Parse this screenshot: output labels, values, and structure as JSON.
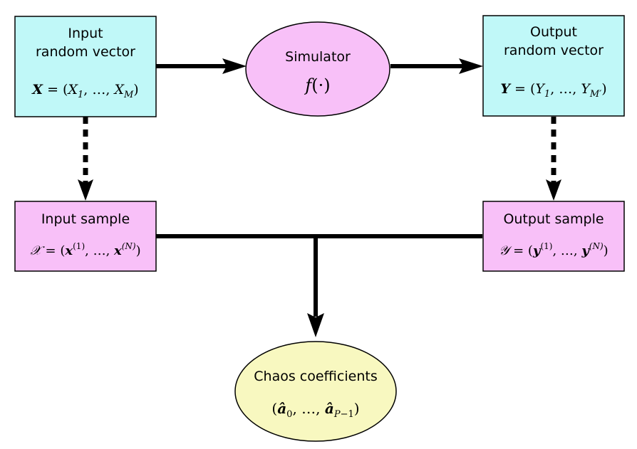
{
  "colors": {
    "cyan_fill": "#c0f8f8",
    "pink_fill": "#f8c0f8",
    "yellow_fill": "#f8f8c0",
    "stroke": "#000000"
  },
  "nodes": {
    "input_vector": {
      "line1": "Input",
      "line2": "random vector",
      "math": "X = (X1, …, XM)"
    },
    "simulator": {
      "title": "Simulator",
      "math": "f(·)"
    },
    "output_vector": {
      "line1": "Output",
      "line2": "random vector",
      "math": "Y = (Y1, …, YM′)"
    },
    "input_sample": {
      "title": "Input sample",
      "math": "𝒳 = (x(1), …, x(N))"
    },
    "output_sample": {
      "title": "Output sample",
      "math": "𝒴 = (y(1), …, y(N))"
    },
    "chaos": {
      "title": "Chaos coefficients",
      "math": "(â0, …, âP−1)"
    }
  }
}
